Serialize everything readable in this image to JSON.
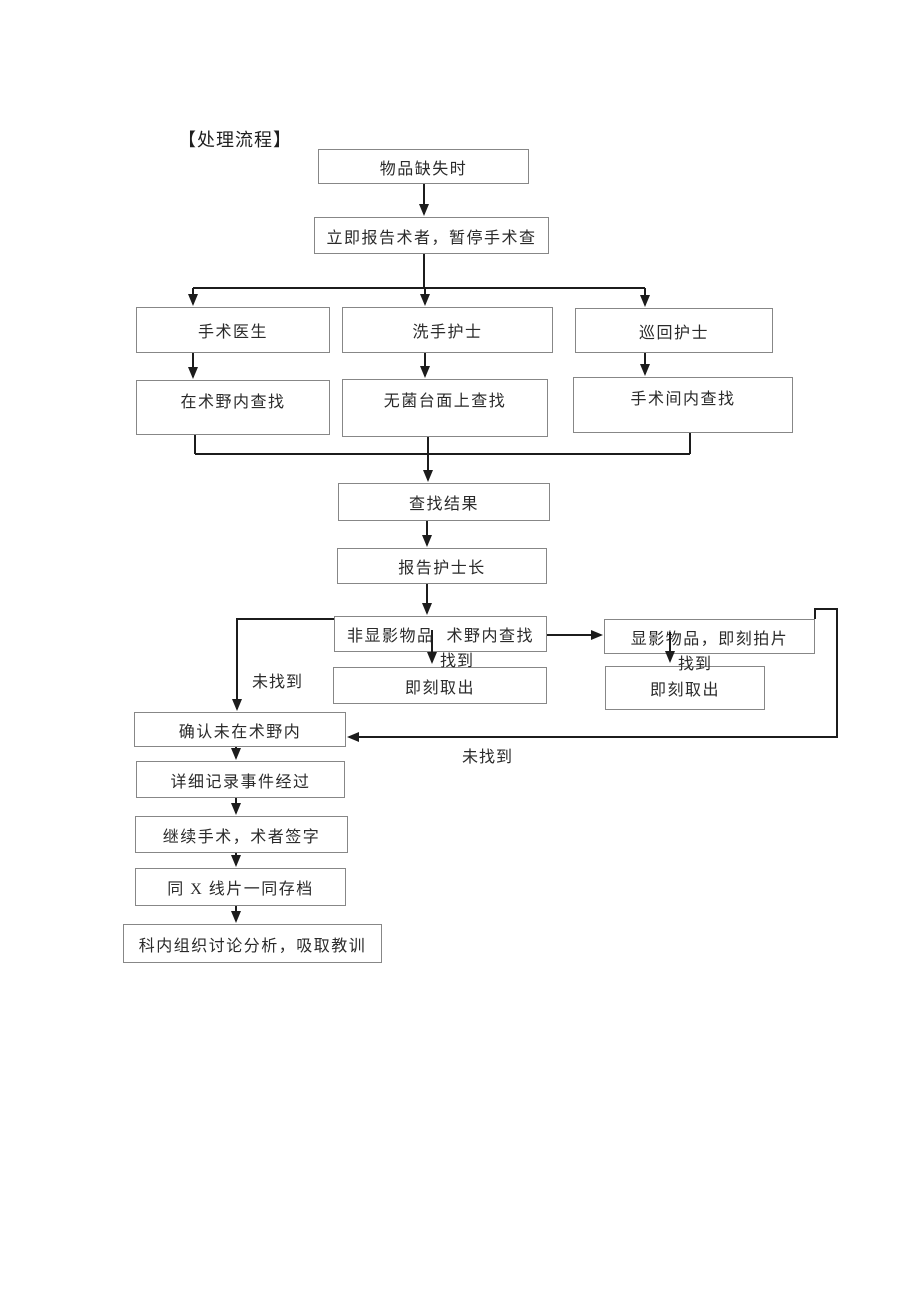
{
  "page": {
    "title": "【处理流程】"
  },
  "flowchart": {
    "nodes": {
      "start": "物品缺失时",
      "report_surgeon": "立即报告术者，暂停手术查",
      "surgeon": "手术医生",
      "scrub_nurse": "洗手护士",
      "circulating_nurse": "巡回护士",
      "search_field": "在术野内查找",
      "search_sterile_table": "无菌台面上查找",
      "search_room": "手术间内查找",
      "search_result": "查找结果",
      "report_head_nurse": "报告护士长",
      "non_radiopaque_item": "非显影物品",
      "non_radiopaque_action": "术野内查找",
      "radiopaque_item": "显影物品，即刻拍片",
      "remove_immediately_left": "即刻取出",
      "remove_immediately_right": "即刻取出",
      "confirm_not_in_field": "确认未在术野内",
      "record_event": "详细记录事件经过",
      "continue_surgery": "继续手术，术者签字",
      "archive_with_xray": "同 X 线片一同存档",
      "department_review": "科内组织讨论分析，吸取教训"
    },
    "edge_labels": {
      "found_left": "找到",
      "found_right": "找到",
      "not_found_left": "未找到",
      "not_found_right": "未找到"
    },
    "colors": {
      "line": "#1c1c1c",
      "box_border": "#878787",
      "text": "#2a2a2a",
      "background": "#ffffff"
    }
  }
}
